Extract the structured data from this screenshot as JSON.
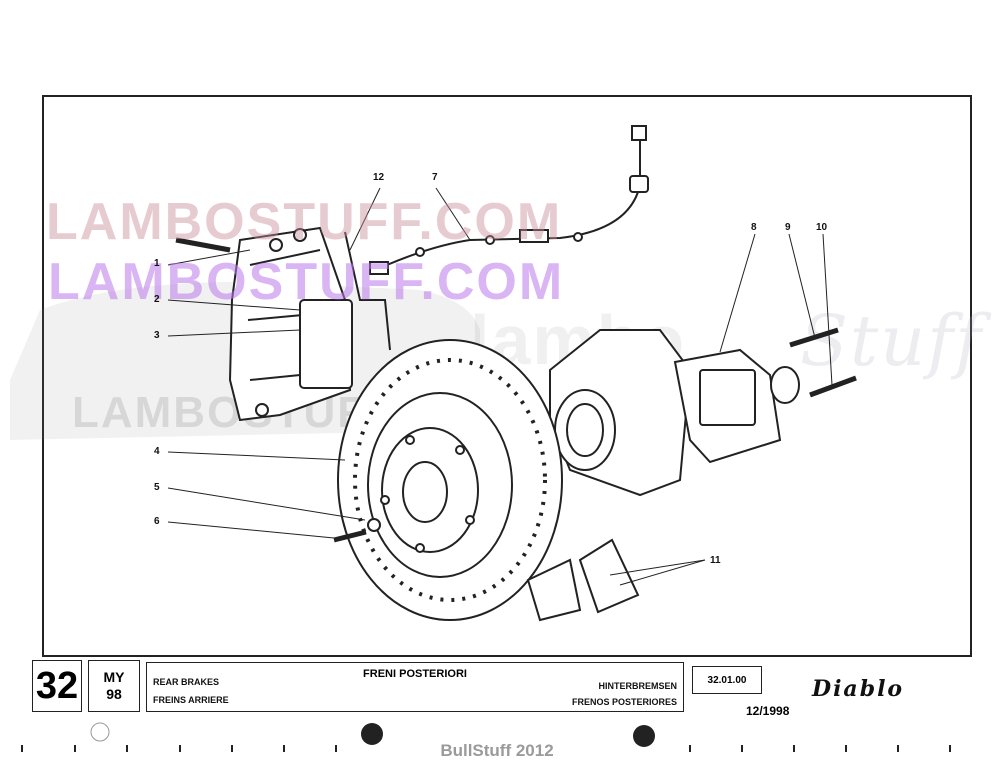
{
  "watermarks": [
    "LAMBOSTUFF.COM",
    "LAMBOSTUFF.COM",
    "LAMBOSTUFF.COM",
    "Stuff",
    "lambo"
  ],
  "callouts": [
    {
      "id": "1",
      "label": "1"
    },
    {
      "id": "2",
      "label": "2"
    },
    {
      "id": "3",
      "label": "3"
    },
    {
      "id": "4",
      "label": "4"
    },
    {
      "id": "5",
      "label": "5"
    },
    {
      "id": "6",
      "label": "6"
    },
    {
      "id": "7",
      "label": "7"
    },
    {
      "id": "8",
      "label": "8"
    },
    {
      "id": "9",
      "label": "9"
    },
    {
      "id": "10",
      "label": "10"
    },
    {
      "id": "11",
      "label": "11"
    },
    {
      "id": "12",
      "label": "12"
    }
  ],
  "title_block": {
    "group_number": "32",
    "my_label": "MY",
    "my_year": "98",
    "title_it": "FRENI POSTERIORI",
    "title_en": "REAR BRAKES",
    "title_fr": "FREINS ARRIERE",
    "title_de": "HINTERBREMSEN",
    "title_es": "FRENOS POSTERIORES",
    "code": "32.01.00",
    "brand": "Diablo",
    "date": "12/1998"
  },
  "footer": "BullStuff 2012"
}
